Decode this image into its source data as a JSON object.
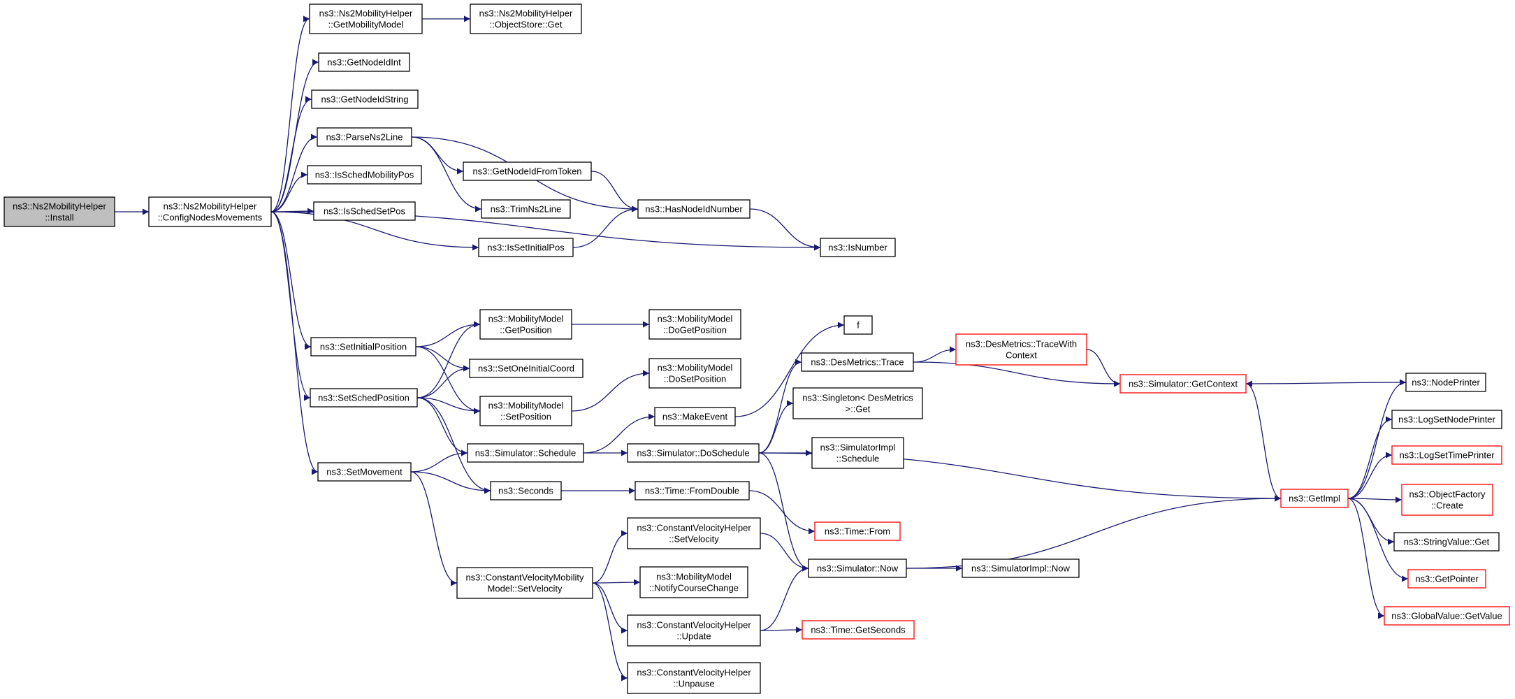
{
  "colors": {
    "edge": "#191970",
    "border_normal": "#000000",
    "border_truncated": "#ff0000",
    "root_fill": "#bfbfbf",
    "node_fill": "#ffffff"
  },
  "nodes": [
    {
      "id": "install",
      "lines": [
        "ns3::Ns2MobilityHelper",
        "::Install"
      ],
      "style": "root"
    },
    {
      "id": "config",
      "lines": [
        "ns3::Ns2MobilityHelper",
        "::ConfigNodesMovements"
      ],
      "style": "normal"
    },
    {
      "id": "getmob",
      "lines": [
        "ns3::Ns2MobilityHelper",
        "::GetMobilityModel"
      ],
      "style": "normal"
    },
    {
      "id": "objstore",
      "lines": [
        "ns3::Ns2MobilityHelper",
        "::ObjectStore::Get"
      ],
      "style": "normal"
    },
    {
      "id": "getnodeidint",
      "lines": [
        "ns3::GetNodeIdInt"
      ],
      "style": "normal"
    },
    {
      "id": "getnodeidstring",
      "lines": [
        "ns3::GetNodeIdString"
      ],
      "style": "normal"
    },
    {
      "id": "parsens2line",
      "lines": [
        "ns3::ParseNs2Line"
      ],
      "style": "normal"
    },
    {
      "id": "isschedmobpos",
      "lines": [
        "ns3::IsSchedMobilityPos"
      ],
      "style": "normal"
    },
    {
      "id": "isschedsetpos",
      "lines": [
        "ns3::IsSchedSetPos"
      ],
      "style": "normal"
    },
    {
      "id": "getnodeidfromtoken",
      "lines": [
        "ns3::GetNodeIdFromToken"
      ],
      "style": "normal"
    },
    {
      "id": "trimns2line",
      "lines": [
        "ns3::TrimNs2Line"
      ],
      "style": "normal"
    },
    {
      "id": "hasnodeidnumber",
      "lines": [
        "ns3::HasNodeIdNumber"
      ],
      "style": "normal"
    },
    {
      "id": "issetinitialpos",
      "lines": [
        "ns3::IsSetInitialPos"
      ],
      "style": "normal"
    },
    {
      "id": "isnumber",
      "lines": [
        "ns3::IsNumber"
      ],
      "style": "normal"
    },
    {
      "id": "setinitialposition",
      "lines": [
        "ns3::SetInitialPosition"
      ],
      "style": "normal"
    },
    {
      "id": "setschedposition",
      "lines": [
        "ns3::SetSchedPosition"
      ],
      "style": "normal"
    },
    {
      "id": "setmovement",
      "lines": [
        "ns3::SetMovement"
      ],
      "style": "normal"
    },
    {
      "id": "mm_getposition",
      "lines": [
        "ns3::MobilityModel",
        "::GetPosition"
      ],
      "style": "normal"
    },
    {
      "id": "mm_dogetposition",
      "lines": [
        "ns3::MobilityModel",
        "::DoGetPosition"
      ],
      "style": "normal"
    },
    {
      "id": "setoneinitialcoord",
      "lines": [
        "ns3::SetOneInitialCoord"
      ],
      "style": "normal"
    },
    {
      "id": "mm_setposition",
      "lines": [
        "ns3::MobilityModel",
        "::SetPosition"
      ],
      "style": "normal"
    },
    {
      "id": "mm_dosetposition",
      "lines": [
        "ns3::MobilityModel",
        "::DoSetPosition"
      ],
      "style": "normal"
    },
    {
      "id": "f",
      "lines": [
        "f"
      ],
      "style": "normal"
    },
    {
      "id": "desmetrics_trace",
      "lines": [
        "ns3::DesMetrics::Trace"
      ],
      "style": "normal"
    },
    {
      "id": "tracewithcontext",
      "lines": [
        "ns3::DesMetrics::TraceWith",
        "Context"
      ],
      "style": "truncated"
    },
    {
      "id": "getcontext",
      "lines": [
        "ns3::Simulator::GetContext"
      ],
      "style": "truncated"
    },
    {
      "id": "makeevent",
      "lines": [
        "ns3::MakeEvent"
      ],
      "style": "normal"
    },
    {
      "id": "singleton_get",
      "lines": [
        "ns3::Singleton< DesMetrics",
        " >::Get"
      ],
      "style": "normal"
    },
    {
      "id": "sim_schedule",
      "lines": [
        "ns3::Simulator::Schedule"
      ],
      "style": "normal"
    },
    {
      "id": "sim_doschedule",
      "lines": [
        "ns3::Simulator::DoSchedule"
      ],
      "style": "normal"
    },
    {
      "id": "simimpl_schedule",
      "lines": [
        "ns3::SimulatorImpl",
        "::Schedule"
      ],
      "style": "normal"
    },
    {
      "id": "seconds",
      "lines": [
        "ns3::Seconds"
      ],
      "style": "normal"
    },
    {
      "id": "time_fromdouble",
      "lines": [
        "ns3::Time::FromDouble"
      ],
      "style": "normal"
    },
    {
      "id": "time_from",
      "lines": [
        "ns3::Time::From"
      ],
      "style": "truncated"
    },
    {
      "id": "cvh_setvelocity",
      "lines": [
        "ns3::ConstantVelocityHelper",
        "::SetVelocity"
      ],
      "style": "normal"
    },
    {
      "id": "cvmm_setvelocity",
      "lines": [
        "ns3::ConstantVelocityMobility",
        "Model::SetVelocity"
      ],
      "style": "normal"
    },
    {
      "id": "mm_notify",
      "lines": [
        "ns3::MobilityModel",
        "::NotifyCourseChange"
      ],
      "style": "normal"
    },
    {
      "id": "sim_now",
      "lines": [
        "ns3::Simulator::Now"
      ],
      "style": "normal"
    },
    {
      "id": "simimpl_now",
      "lines": [
        "ns3::SimulatorImpl::Now"
      ],
      "style": "normal"
    },
    {
      "id": "cvh_update",
      "lines": [
        "ns3::ConstantVelocityHelper",
        "::Update"
      ],
      "style": "normal"
    },
    {
      "id": "time_getseconds",
      "lines": [
        "ns3::Time::GetSeconds"
      ],
      "style": "truncated"
    },
    {
      "id": "cvh_unpause",
      "lines": [
        "ns3::ConstantVelocityHelper",
        "::Unpause"
      ],
      "style": "normal"
    },
    {
      "id": "getimpl",
      "lines": [
        "ns3::GetImpl"
      ],
      "style": "truncated"
    },
    {
      "id": "nodeprinter",
      "lines": [
        "ns3::NodePrinter"
      ],
      "style": "normal"
    },
    {
      "id": "logsetnodeprinter",
      "lines": [
        "ns3::LogSetNodePrinter"
      ],
      "style": "normal"
    },
    {
      "id": "logsettimeprinter",
      "lines": [
        "ns3::LogSetTimePrinter"
      ],
      "style": "truncated"
    },
    {
      "id": "objectfactory_create",
      "lines": [
        "ns3::ObjectFactory",
        "::Create"
      ],
      "style": "truncated"
    },
    {
      "id": "stringvalue_get",
      "lines": [
        "ns3::StringValue::Get"
      ],
      "style": "normal"
    },
    {
      "id": "getpointer",
      "lines": [
        "ns3::GetPointer"
      ],
      "style": "truncated"
    },
    {
      "id": "globalvalue_getvalue",
      "lines": [
        "ns3::GlobalValue::GetValue"
      ],
      "style": "truncated"
    }
  ],
  "edges": [
    [
      "install",
      "config"
    ],
    [
      "config",
      "getmob"
    ],
    [
      "getmob",
      "objstore"
    ],
    [
      "config",
      "getnodeidint"
    ],
    [
      "config",
      "getnodeidstring"
    ],
    [
      "config",
      "parsens2line"
    ],
    [
      "parsens2line",
      "getnodeidfromtoken"
    ],
    [
      "parsens2line",
      "trimns2line"
    ],
    [
      "parsens2line",
      "hasnodeidnumber"
    ],
    [
      "getnodeidfromtoken",
      "hasnodeidnumber"
    ],
    [
      "hasnodeidnumber",
      "isnumber"
    ],
    [
      "config",
      "isschedmobpos"
    ],
    [
      "config",
      "isschedsetpos"
    ],
    [
      "config",
      "issetinitialpos"
    ],
    [
      "issetinitialpos",
      "hasnodeidnumber"
    ],
    [
      "config",
      "isnumber"
    ],
    [
      "config",
      "setinitialposition"
    ],
    [
      "config",
      "setschedposition"
    ],
    [
      "config",
      "setmovement"
    ],
    [
      "setinitialposition",
      "mm_getposition"
    ],
    [
      "setinitialposition",
      "setoneinitialcoord"
    ],
    [
      "setinitialposition",
      "mm_setposition"
    ],
    [
      "setschedposition",
      "mm_getposition"
    ],
    [
      "setschedposition",
      "setoneinitialcoord"
    ],
    [
      "setschedposition",
      "mm_setposition"
    ],
    [
      "setschedposition",
      "sim_schedule"
    ],
    [
      "setschedposition",
      "seconds"
    ],
    [
      "mm_getposition",
      "mm_dogetposition"
    ],
    [
      "mm_setposition",
      "mm_dosetposition"
    ],
    [
      "setmovement",
      "sim_schedule"
    ],
    [
      "setmovement",
      "seconds"
    ],
    [
      "setmovement",
      "cvmm_setvelocity"
    ],
    [
      "sim_schedule",
      "makeevent"
    ],
    [
      "sim_schedule",
      "sim_doschedule"
    ],
    [
      "makeevent",
      "f"
    ],
    [
      "sim_doschedule",
      "desmetrics_trace"
    ],
    [
      "sim_doschedule",
      "singleton_get"
    ],
    [
      "sim_doschedule",
      "simimpl_schedule"
    ],
    [
      "sim_doschedule",
      "getimpl"
    ],
    [
      "sim_doschedule",
      "sim_now"
    ],
    [
      "desmetrics_trace",
      "tracewithcontext"
    ],
    [
      "desmetrics_trace",
      "getcontext"
    ],
    [
      "tracewithcontext",
      "getcontext"
    ],
    [
      "getcontext",
      "getimpl"
    ],
    [
      "nodeprinter",
      "getcontext"
    ],
    [
      "seconds",
      "time_fromdouble"
    ],
    [
      "time_fromdouble",
      "time_from"
    ],
    [
      "cvmm_setvelocity",
      "cvh_setvelocity"
    ],
    [
      "cvmm_setvelocity",
      "mm_notify"
    ],
    [
      "cvmm_setvelocity",
      "cvh_update"
    ],
    [
      "cvmm_setvelocity",
      "cvh_unpause"
    ],
    [
      "cvh_setvelocity",
      "sim_now"
    ],
    [
      "cvh_update",
      "sim_now"
    ],
    [
      "cvh_update",
      "time_getseconds"
    ],
    [
      "sim_now",
      "simimpl_now"
    ],
    [
      "sim_now",
      "getimpl"
    ],
    [
      "getimpl",
      "nodeprinter"
    ],
    [
      "getimpl",
      "logsetnodeprinter"
    ],
    [
      "getimpl",
      "logsettimeprinter"
    ],
    [
      "getimpl",
      "objectfactory_create"
    ],
    [
      "getimpl",
      "stringvalue_get"
    ],
    [
      "getimpl",
      "getpointer"
    ],
    [
      "getimpl",
      "globalvalue_getvalue"
    ]
  ]
}
